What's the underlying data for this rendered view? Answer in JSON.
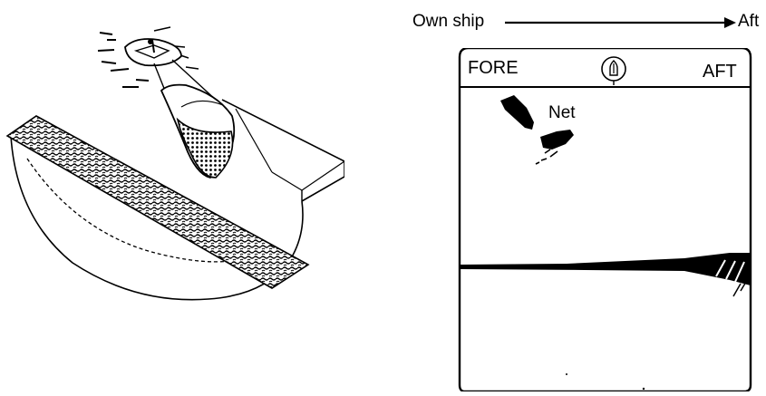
{
  "direction_bar": {
    "left_label": "Own ship",
    "right_label": "Aft"
  },
  "sonar_screen": {
    "fore_label": "FORE",
    "aft_label": "AFT",
    "net_label": "Net",
    "compass_icon": "ship-heading-icon"
  },
  "illustration": {
    "icon": "trawler-with-net-illustration"
  }
}
